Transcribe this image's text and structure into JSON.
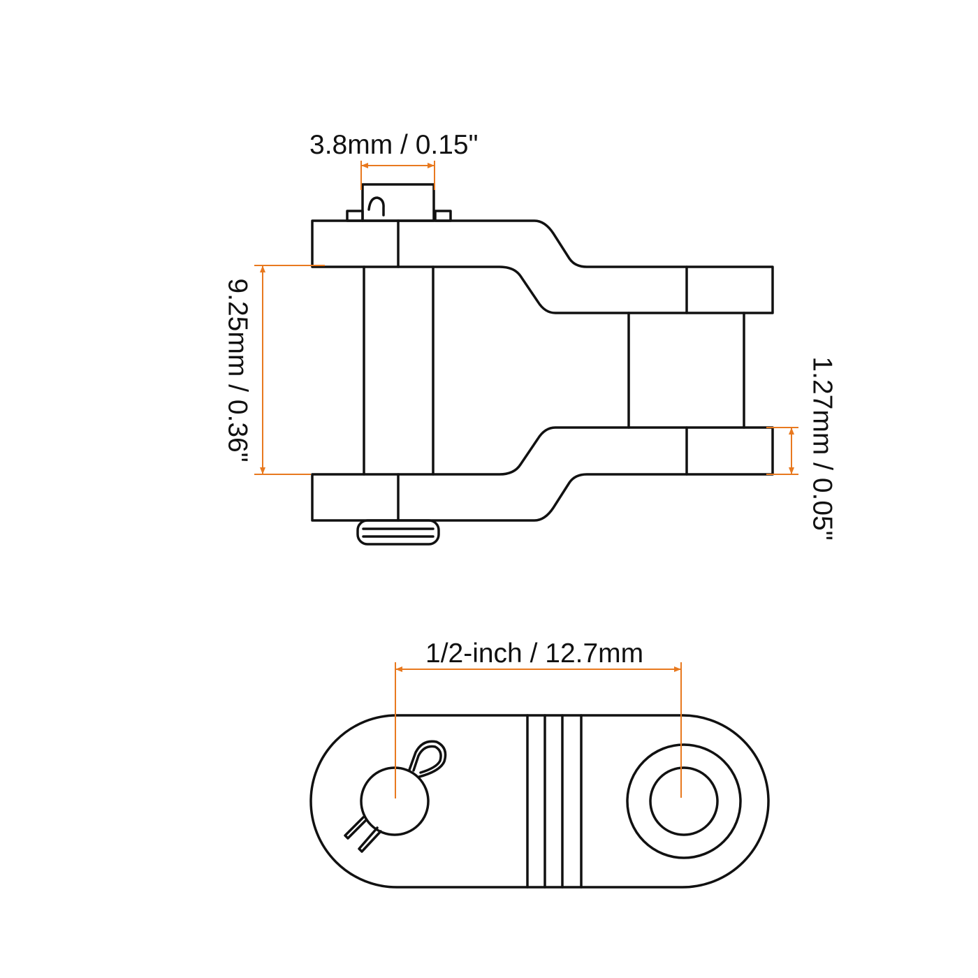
{
  "title": "Chain offset link dimension diagram",
  "colors": {
    "line": "#111111",
    "dimension": "#E8791F"
  },
  "dimensions": {
    "pin_width": "3.8mm / 0.15\"",
    "inner_width": "9.25mm / 0.36\"",
    "plate_thickness": "1.27mm / 0.05\"",
    "pitch": "1/2-inch / 12.7mm"
  }
}
